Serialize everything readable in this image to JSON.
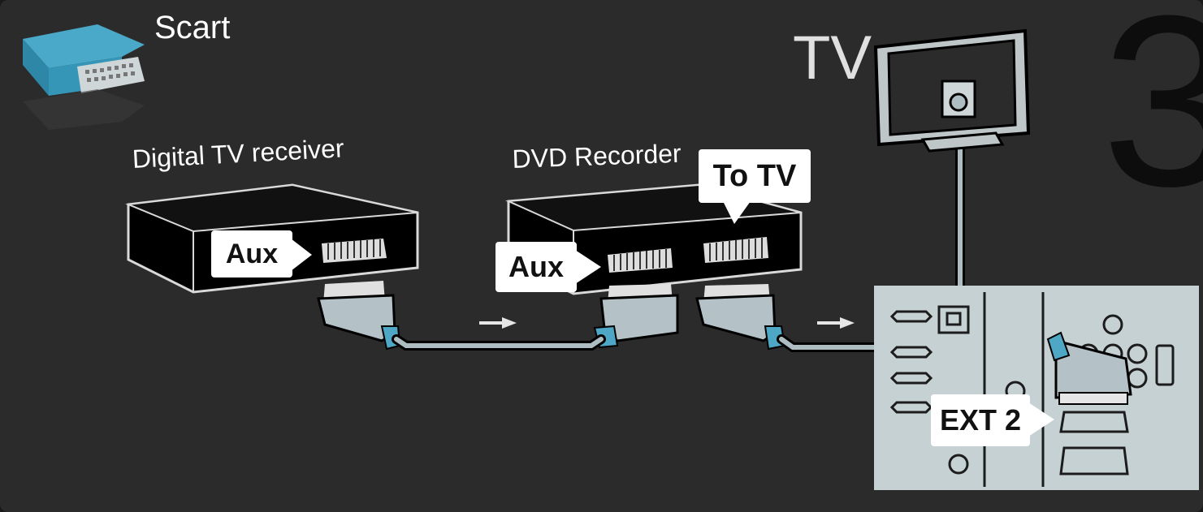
{
  "legend": {
    "label": "Scart"
  },
  "step": {
    "number": "3"
  },
  "devices": {
    "receiver": {
      "title": "Digital TV receiver",
      "port_label": "Aux"
    },
    "recorder": {
      "title": "DVD Recorder",
      "port_in_label": "Aux",
      "port_out_label": "To TV"
    },
    "tv": {
      "title": "TV",
      "port_label": "EXT 2"
    }
  },
  "colors": {
    "background": "#2b2b2b",
    "device_body": "#000000",
    "tv_panel": "#c6d1d4",
    "cable": "#aebdc2",
    "connector_accent": "#4ea7c4",
    "callout": "#ffffff"
  }
}
